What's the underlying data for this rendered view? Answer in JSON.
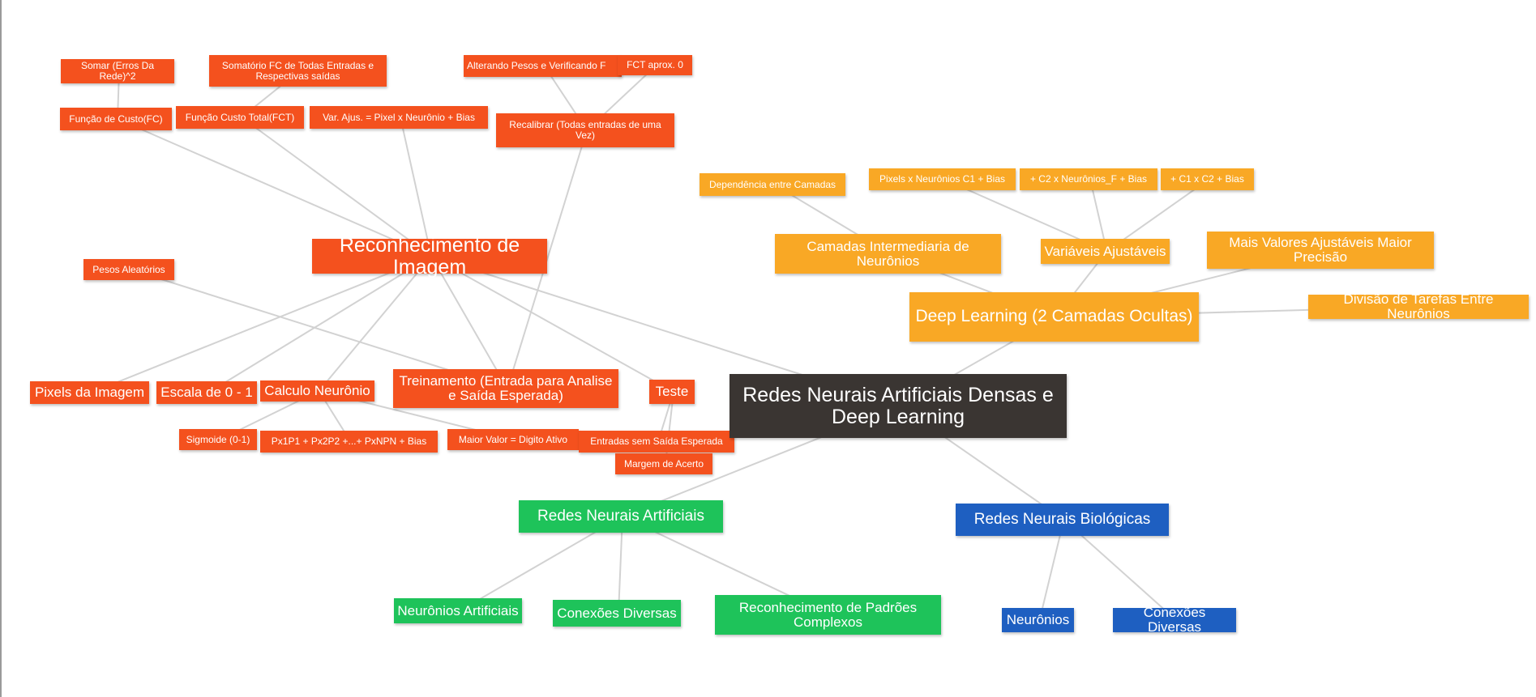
{
  "diagram": {
    "root": "Redes Neurais Artificiais Densas e Deep Learning",
    "imagem": {
      "title": "Reconhecimento de Imagem",
      "somar_erros": "Somar (Erros Da Rede)^2",
      "somatorio_fc": "Somatório FC de Todas Entradas e Respectivas saídas",
      "alterando_pesos": "Alterando Pesos e Verificando F",
      "fct_aprox": "FCT aprox. 0",
      "funcao_custo": "Função de Custo(FC)",
      "funcao_custo_total": "Função Custo Total(FCT)",
      "var_ajus": "Var. Ajus. = Pixel x Neurônio + Bias",
      "recalibrar": "Recalibrar (Todas entradas de uma Vez)",
      "pesos_aleatorios": "Pesos Aleatórios",
      "pixels_imagem": "Pixels da Imagem",
      "escala": "Escala de 0 - 1",
      "calculo_neuronio": "Calculo Neurônio",
      "treinamento": "Treinamento (Entrada para Analise e Saída Esperada)",
      "teste": "Teste",
      "sigmoide": "Sigmoide (0-1)",
      "px_formula": "Px1P1 + Px2P2 +...+ PxNPN + Bias",
      "maior_valor": "Maior Valor = Digito Ativo",
      "entradas_sem_saida": "Entradas sem Saída Esperada",
      "margem_acerto": "Margem de Acerto"
    },
    "deep": {
      "title": "Deep Learning (2 Camadas Ocultas)",
      "dependencia": "Dependência entre Camadas",
      "pixels_neuronios": "Pixels x Neurônios C1 + Bias",
      "c2_neuronios": "+ C2 x Neurônios_F + Bias",
      "c1_c2": "+ C1 x C2 + Bias",
      "camadas_intermediaria": "Camadas Intermediaria de Neurônios",
      "variaveis": "Variáveis Ajustáveis",
      "mais_valores": "Mais Valores Ajustáveis Maior Precisão",
      "divisao": "Divisão de Tarefas Entre Neurônios"
    },
    "artificiais": {
      "title": "Redes Neurais Artificiais",
      "neuronios_artificiais": "Neurônios Artificiais",
      "conexoes": "Conexões Diversas",
      "padroes": "Reconhecimento de Padrões Complexos"
    },
    "biologicas": {
      "title": "Redes Neurais Biológicas",
      "neuronios": "Neurônios",
      "conexoes": "Conexões Diversas"
    }
  },
  "colors": {
    "red": "#f4511e",
    "orange": "#f9a825",
    "green": "#1ec35a",
    "blue": "#1e5fc1",
    "root": "#3a3532",
    "edge": "#d2d2d2"
  }
}
